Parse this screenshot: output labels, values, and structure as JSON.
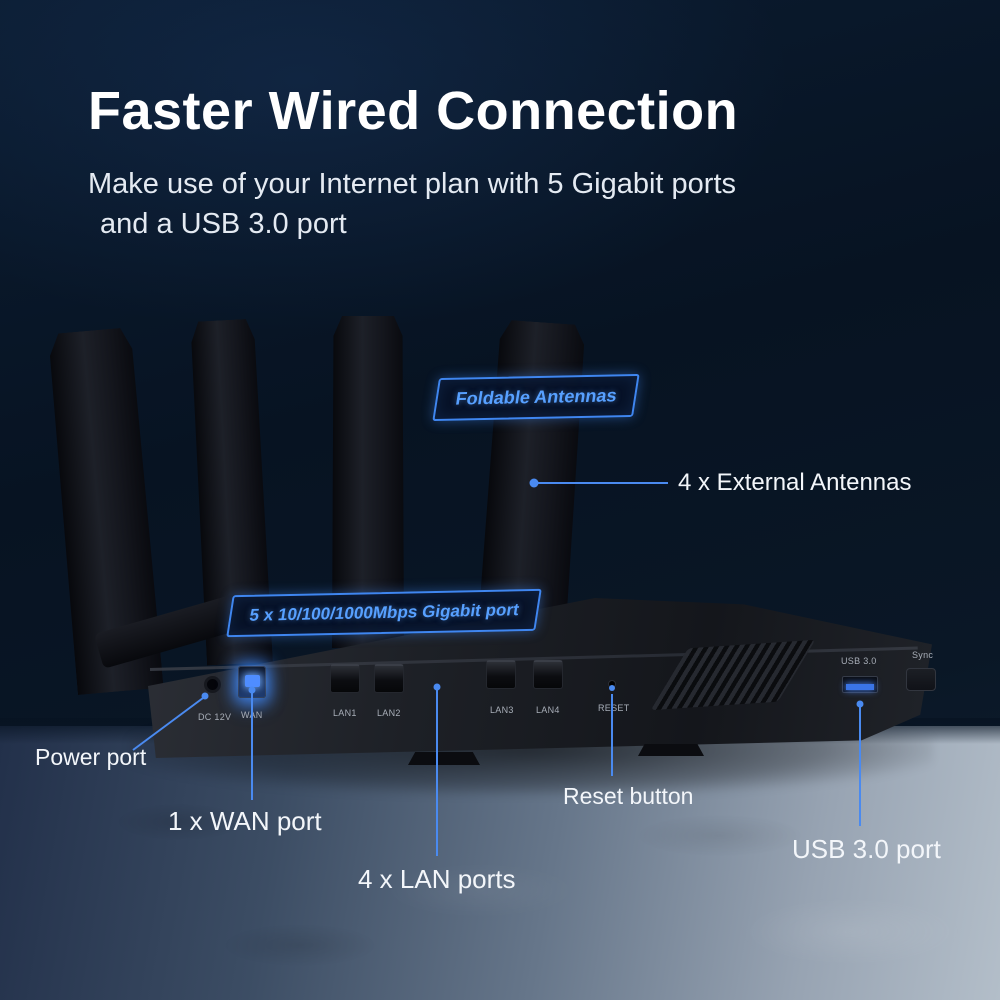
{
  "header": {
    "title": "Faster Wired Connection",
    "subtitle_line1": "Make use of your Internet plan with 5 Gigabit ports",
    "subtitle_line2": "and a USB 3.0 port"
  },
  "badges": {
    "foldable_antennas": "Foldable Antennas",
    "gigabit_ports": "5 x 10/100/1000Mbps Gigabit port"
  },
  "labels": {
    "external_antennas": "4 x External Antennas",
    "power_port": "Power port",
    "wan_port": "1 x WAN port",
    "lan_ports": "4 x LAN ports",
    "reset_button": "Reset button",
    "usb_port": "USB 3.0 port"
  },
  "router": {
    "ports": {
      "dc": "DC 12V",
      "wan": "WAN",
      "lan1": "LAN1",
      "lan2": "LAN2",
      "lan3": "LAN3",
      "lan4": "LAN4",
      "reset": "RESET",
      "usb": "USB 3.0",
      "sync": "Sync"
    }
  },
  "colors": {
    "accent": "#3f86f0",
    "badge_text": "#57a0ff",
    "background": "#081627",
    "floor_light": "#b3bec9"
  }
}
